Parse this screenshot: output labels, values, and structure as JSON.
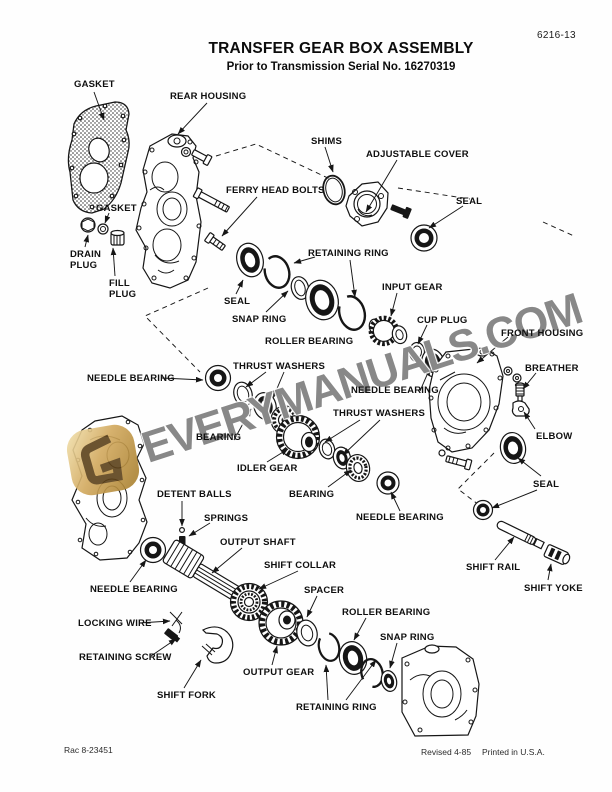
{
  "page": {
    "doc_number": "6216-13",
    "title": "TRANSFER GEAR BOX ASSEMBLY",
    "subtitle": "Prior to Transmission Serial No. 16270319",
    "footer_left": "Rac 8-23451",
    "footer_revised": "Revised 4-85",
    "footer_printed": "Printed in U.S.A."
  },
  "watermark": {
    "text": "EVERYMANUALS.COM",
    "logo_glyph": "E",
    "text_color": "#6e6e6e",
    "logo_gold": "#d2a95e"
  },
  "labels": [
    {
      "id": "gasket-top",
      "text": "GASKET"
    },
    {
      "id": "rear-housing",
      "text": "REAR HOUSING"
    },
    {
      "id": "shims",
      "text": "SHIMS"
    },
    {
      "id": "adjustable-cover",
      "text": "ADJUSTABLE COVER"
    },
    {
      "id": "ferry-head-bolts",
      "text": "FERRY HEAD BOLTS"
    },
    {
      "id": "seal-upper-right",
      "text": "SEAL"
    },
    {
      "id": "gasket-lower",
      "text": "GASKET"
    },
    {
      "id": "drain-plug",
      "text": "DRAIN\nPLUG"
    },
    {
      "id": "fill-plug",
      "text": "FILL\nPLUG"
    },
    {
      "id": "retaining-ring-upper",
      "text": "RETAINING RING"
    },
    {
      "id": "seal-mid",
      "text": "SEAL"
    },
    {
      "id": "snap-ring-upper",
      "text": "SNAP RING"
    },
    {
      "id": "input-gear",
      "text": "INPUT GEAR"
    },
    {
      "id": "cup-plug",
      "text": "CUP PLUG"
    },
    {
      "id": "front-housing",
      "text": "FRONT HOUSING"
    },
    {
      "id": "roller-bearing-upper",
      "text": "ROLLER BEARING"
    },
    {
      "id": "breather",
      "text": "BREATHER"
    },
    {
      "id": "needle-bearing-left",
      "text": "NEEDLE BEARING"
    },
    {
      "id": "thrust-washers-upper",
      "text": "THRUST WASHERS"
    },
    {
      "id": "needle-bearing-mid",
      "text": "NEEDLE BEARING"
    },
    {
      "id": "thrust-washers-lower",
      "text": "THRUST WASHERS"
    },
    {
      "id": "elbow",
      "text": "ELBOW"
    },
    {
      "id": "bearing-upper",
      "text": "BEARING"
    },
    {
      "id": "idler-gear",
      "text": "IDLER GEAR"
    },
    {
      "id": "bearing-lower",
      "text": "BEARING"
    },
    {
      "id": "seal-right",
      "text": "SEAL"
    },
    {
      "id": "detent-balls",
      "text": "DETENT BALLS"
    },
    {
      "id": "springs",
      "text": "SPRINGS"
    },
    {
      "id": "needle-bearing-shaft",
      "text": "NEEDLE BEARING"
    },
    {
      "id": "output-shaft",
      "text": "OUTPUT SHAFT"
    },
    {
      "id": "shift-rail",
      "text": "SHIFT RAIL"
    },
    {
      "id": "shift-collar",
      "text": "SHIFT COLLAR"
    },
    {
      "id": "shift-yoke",
      "text": "SHIFT YOKE"
    },
    {
      "id": "needle-bearing-output",
      "text": "NEEDLE BEARING"
    },
    {
      "id": "spacer",
      "text": "SPACER"
    },
    {
      "id": "roller-bearing-lower",
      "text": "ROLLER BEARING"
    },
    {
      "id": "locking-wire",
      "text": "LOCKING WIRE"
    },
    {
      "id": "snap-ring-lower",
      "text": "SNAP RING"
    },
    {
      "id": "retaining-screw",
      "text": "RETAINING SCREW"
    },
    {
      "id": "output-gear",
      "text": "OUTPUT GEAR"
    },
    {
      "id": "shift-fork",
      "text": "SHIFT FORK"
    },
    {
      "id": "retaining-ring-lower",
      "text": "RETAINING RING"
    }
  ]
}
